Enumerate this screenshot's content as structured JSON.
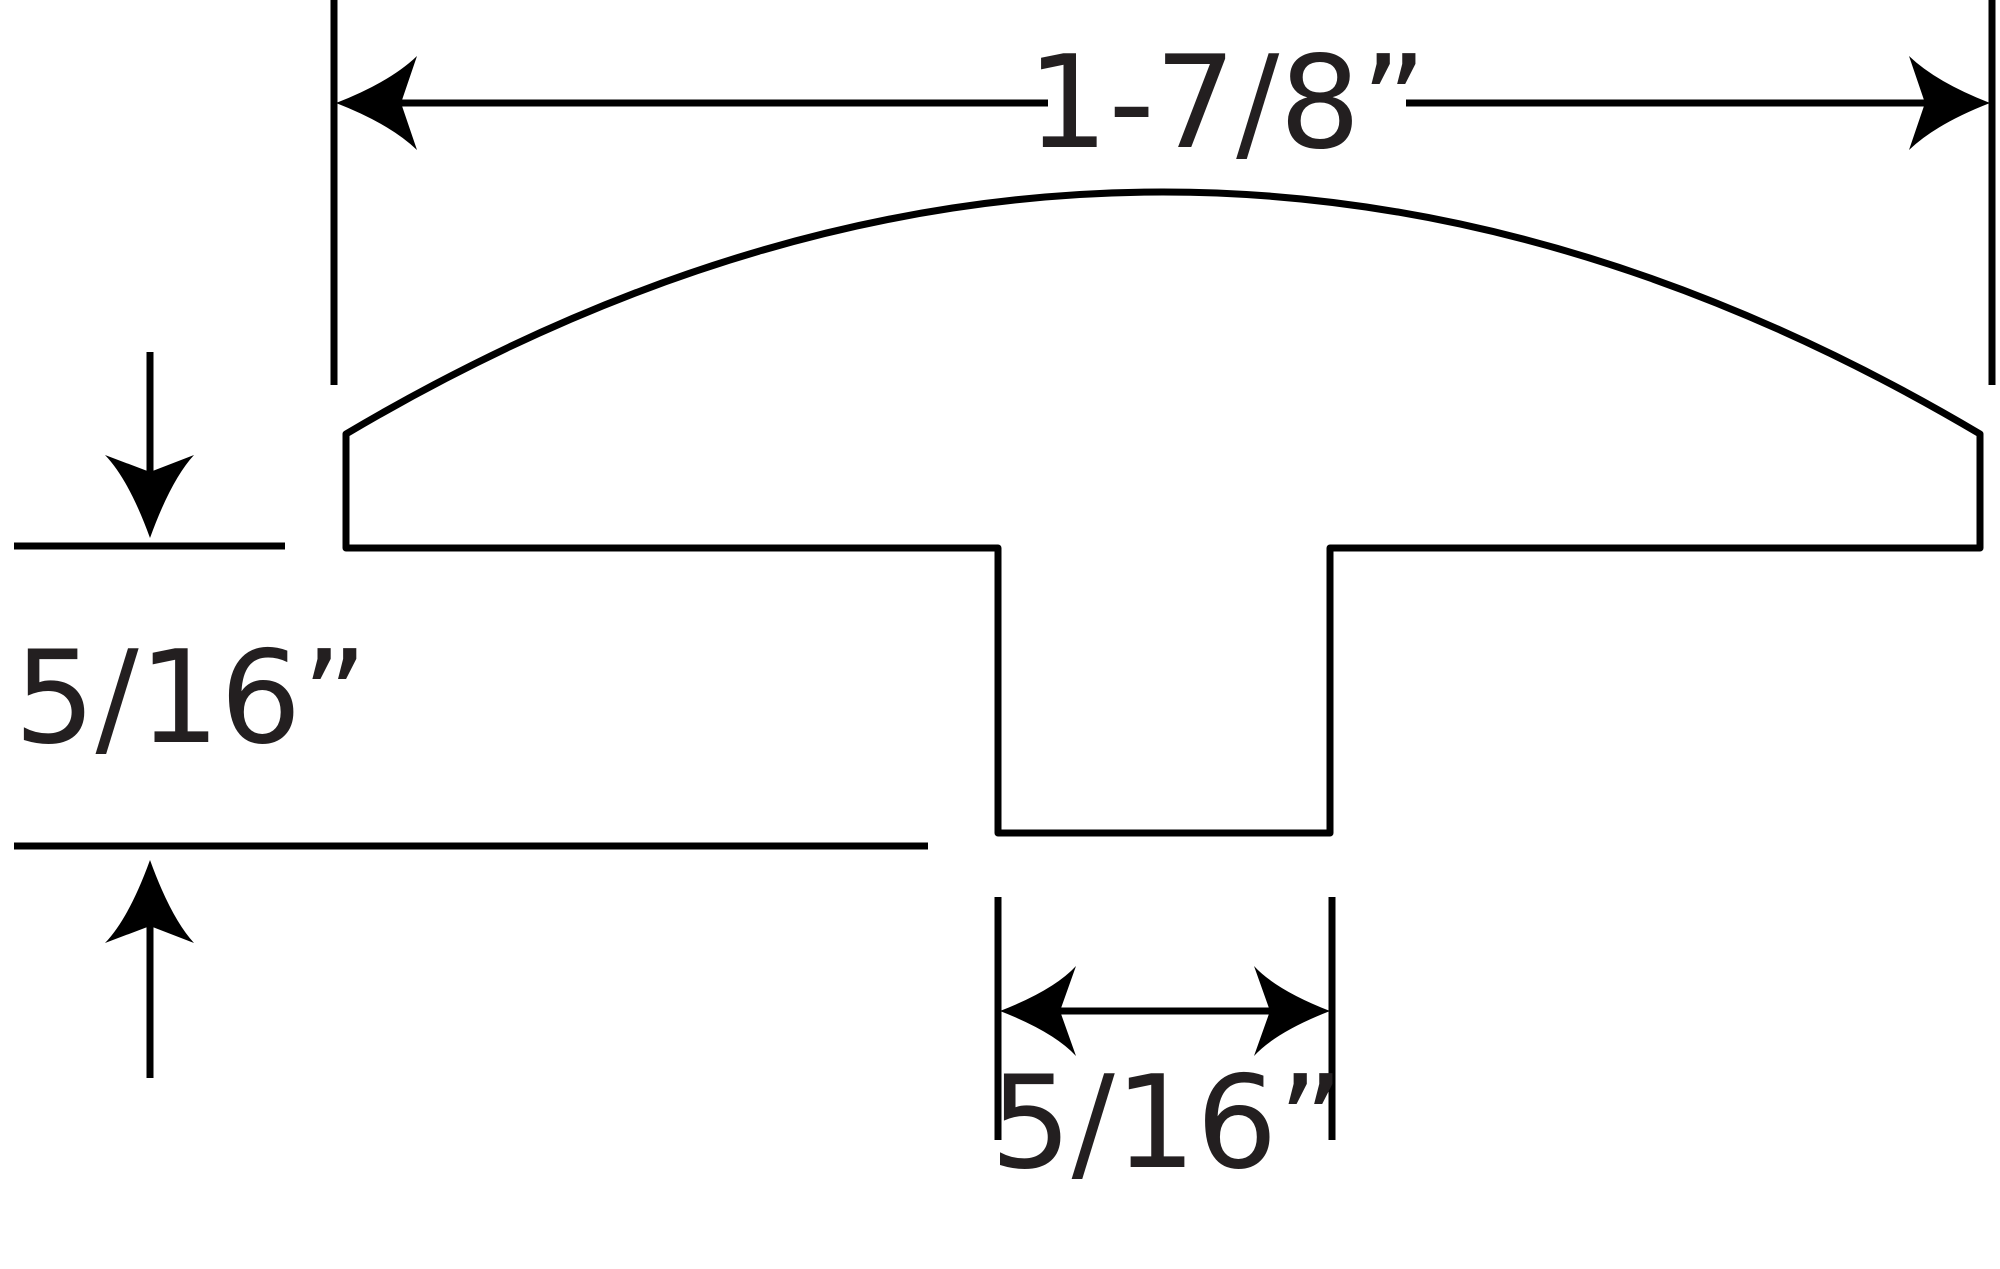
{
  "diagram": {
    "dimensions": {
      "overall_width": {
        "label": "1-7/8”"
      },
      "lip_height": {
        "label": "5/16”"
      },
      "stem_width": {
        "label": "5/16”"
      }
    }
  }
}
